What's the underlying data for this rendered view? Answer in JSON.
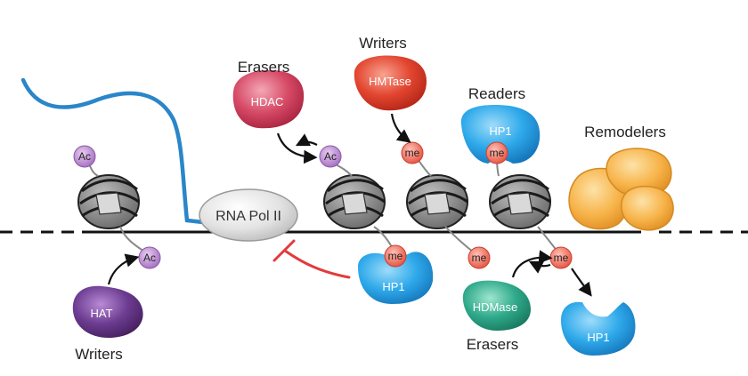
{
  "labels": {
    "erasers_top": "Erasers",
    "writers_top": "Writers",
    "readers": "Readers",
    "remodelers": "Remodelers",
    "writers_bottom": "Writers",
    "erasers_bottom": "Erasers"
  },
  "enzymes": {
    "hdac": "HDAC",
    "hmtase": "HMTase",
    "hp1_top": "HP1",
    "hat": "HAT",
    "hp1_mid": "HP1",
    "hdmase": "HDMase",
    "hp1_bottom": "HP1"
  },
  "marks": {
    "ac_left_top": "Ac",
    "ac_left_bottom": "Ac",
    "ac_mid": "Ac",
    "me_top_1": "me",
    "me_top_2": "me",
    "me_bottom_1": "me",
    "me_bottom_2": "me",
    "me_bottom_3": "me"
  },
  "polymerase": "RNA Pol II",
  "colors": {
    "hdac": "#d4415f",
    "hmtase": "#e0432f",
    "hp1": "#2aa8e8",
    "hat": "#6a3a8e",
    "hdmase": "#2ea98a",
    "remodeler": "#f7b44a",
    "acetyl": "#b583c9",
    "methyl": "#ef6a5a",
    "rna": "#2a86c8",
    "inhibit": "#e23b3b"
  }
}
